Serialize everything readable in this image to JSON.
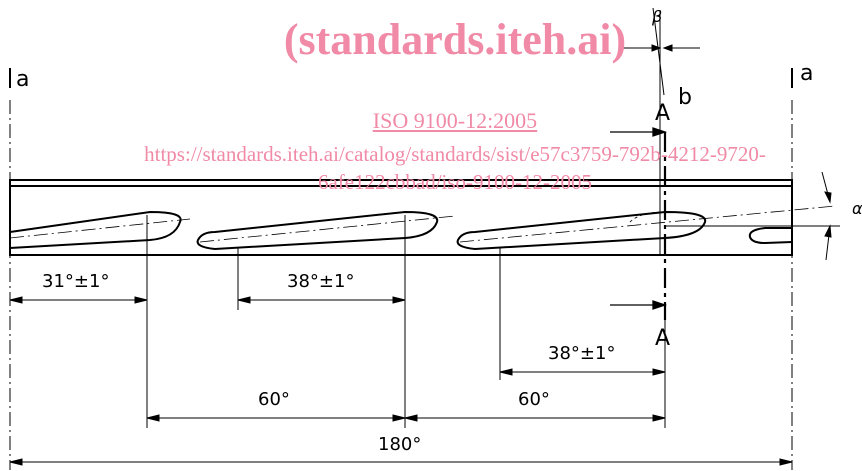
{
  "watermark": {
    "title": "(standards.iteh.ai)",
    "iso": "ISO 9100-12:2005",
    "url_line1": "https://standards.iteh.ai/catalog/standards/sist/e57c3759-792b-4212-9720-",
    "url_line2": "6afe122cbbad/iso-9100-12-2005"
  },
  "labels": {
    "section_a_left": "a",
    "section_a_right": "a",
    "beta": "β",
    "b": "b",
    "A_top": "A",
    "A_bottom": "A",
    "alpha": "α"
  },
  "dimensions": {
    "d31": "31°±1°",
    "d38_mid": "38°±1°",
    "d38_right": "38°±1°",
    "d60_left": "60°",
    "d60_right": "60°",
    "d180": "180°"
  }
}
